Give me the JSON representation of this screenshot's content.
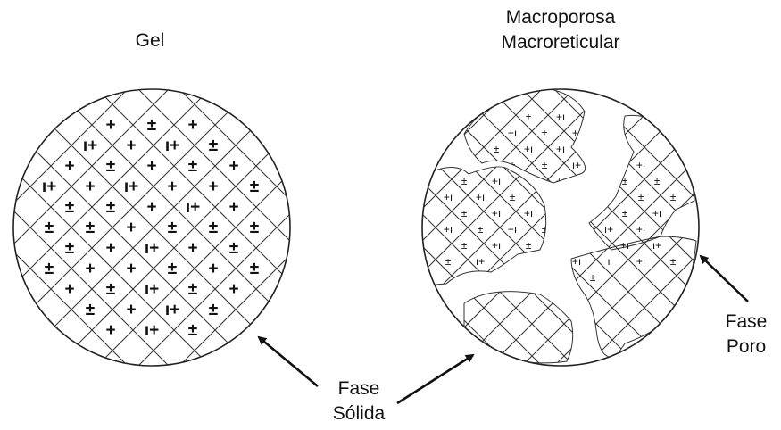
{
  "labels": {
    "gel": "Gel",
    "macro_line1": "Macroporosa",
    "macro_line2": "Macroreticular",
    "solid_line1": "Fase",
    "solid_line2": "Sólida",
    "pore_line1": "Fase",
    "pore_line2": "Poro"
  },
  "gel_charges": [
    "+",
    "±",
    "+",
    "ı+",
    "+",
    "ı+",
    "±",
    "+",
    "±",
    "+",
    "±",
    "+",
    "ı+",
    "+",
    "ı+",
    "+",
    "+",
    "±",
    "±",
    "±",
    "+",
    "ı+",
    "+",
    "±",
    "±",
    "+",
    "±",
    "±",
    "±",
    "±",
    "+",
    "ı+",
    "+",
    "±",
    "±",
    "+",
    "+",
    "±",
    "+",
    "±",
    "+",
    "±",
    "ı+",
    "±",
    "+",
    "±",
    "+",
    "ı+",
    "±",
    "+",
    "ı+",
    "±",
    "+"
  ],
  "macro_charges": [
    "±",
    "+ı",
    "+ı",
    "±",
    "+ı",
    "±",
    "+ı",
    "+ı",
    "±",
    "±",
    "ı+",
    "+ı",
    "±",
    "+ı",
    "+ı",
    "±",
    "±",
    "+ı",
    "+ı",
    "±",
    "±",
    "±",
    "±",
    "+ı",
    "+ı",
    "±",
    "+ı",
    "+ı",
    "±",
    "+ı",
    "±",
    "ı+",
    "+ı",
    "±",
    "+ı",
    "±",
    "+ı",
    "ı+",
    "±",
    "ı+",
    "+ı",
    "ı",
    "+ı",
    "±",
    "±"
  ],
  "colors": {
    "ink": "#111111",
    "line": "#333333",
    "background": "#ffffff"
  }
}
